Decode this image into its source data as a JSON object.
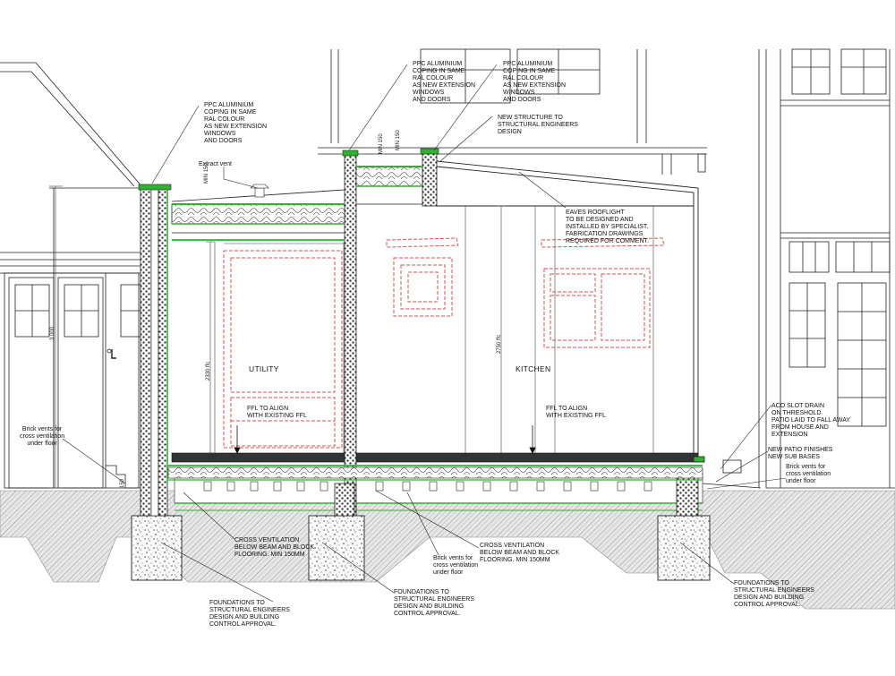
{
  "drawing": {
    "rooms": {
      "utility": "UTILITY",
      "kitchen": "KITCHEN"
    },
    "annotations": {
      "coping_left": "PPC ALUMINIUM\nCOPING IN SAME\nRAL COLOUR\nAS NEW EXTENSION\nWINDOWS\nAND DOORS",
      "coping_mid": "PPC ALUMINIUM\nCOPING IN SAME\nRAL COLOUR\nAS NEW EXTENSION\nWINDOWS\nAND DOORS",
      "coping_right": "PPC ALUMINIUM\nCOPING IN SAME\nRAL COLOUR\nAS NEW EXTENSION\nWINDOWS\nAND DOORS",
      "new_structure": "NEW STRUCTURE TO\nSTRUCTURAL ENGINEERS\nDESIGN",
      "extract_vent": "Extract vent",
      "eaves_rooflight": "EAVES ROOFLIGHT\nTO BE DESIGNED AND\nINSTALLED BY SPECIALIST.\nFABRICATION DRAWINGS\nREQUIRED FOR COMMENT.",
      "ffl_left": "FFL TO ALIGN\nWITH EXISTING FFL",
      "ffl_right": "FFL TO ALIGN\nWITH EXISTING FFL",
      "aco_drain": "ACO SLOT DRAIN\nON THRESHOLD.\nPATIO LAID TO FALL AWAY\nFROM HOUSE AND\nEXTENSION",
      "patio_finishes": "NEW PATIO FINISHES\nNEW SUB BASES",
      "brick_vents_left": "Brick vents for\ncross ventilation\nunder floor",
      "brick_vents_mid": "Brick vents for\ncross ventilation\nunder floor",
      "brick_vents_right": "Brick vents for\ncross ventilation\nunder floor",
      "cross_vent_left": "CROSS VENTILATION\nBELOW BEAM AND BLOCK\nFLOORING. MIN 150MM",
      "cross_vent_mid": "CROSS VENTILATION\nBELOW BEAM AND BLOCK\nFLOORING. MIN 150MM",
      "foundations_left": "FOUNDATIONS TO\nSTRUCTURAL ENGINEERS\nDESIGN AND BUILDING\nCONTROL APPROVAL.",
      "foundations_mid": "FOUNDATIONS TO\nSTRUCTURAL ENGINEERS\nDESIGN AND BUILDING\nCONTROL APPROVAL.",
      "foundations_right": "FOUNDATIONS TO\nSTRUCTURAL ENGINEERS\nDESIGN AND BUILDING\nCONTROL APPROVAL."
    },
    "dimensions": {
      "utility_height": "2330 ffc",
      "kitchen_height": "2750 ffc",
      "min_150_a": "MIN 150",
      "min_150_b": "MIN 150",
      "min_150_c": "MIN 150",
      "dim_150": "150",
      "dim_left": "3 000"
    },
    "colors": {
      "linework": "#1a1a1a",
      "insulation": "#2db32d",
      "existing_openings": "#d9534f",
      "ground_hatch": "#bdbdbd"
    }
  }
}
